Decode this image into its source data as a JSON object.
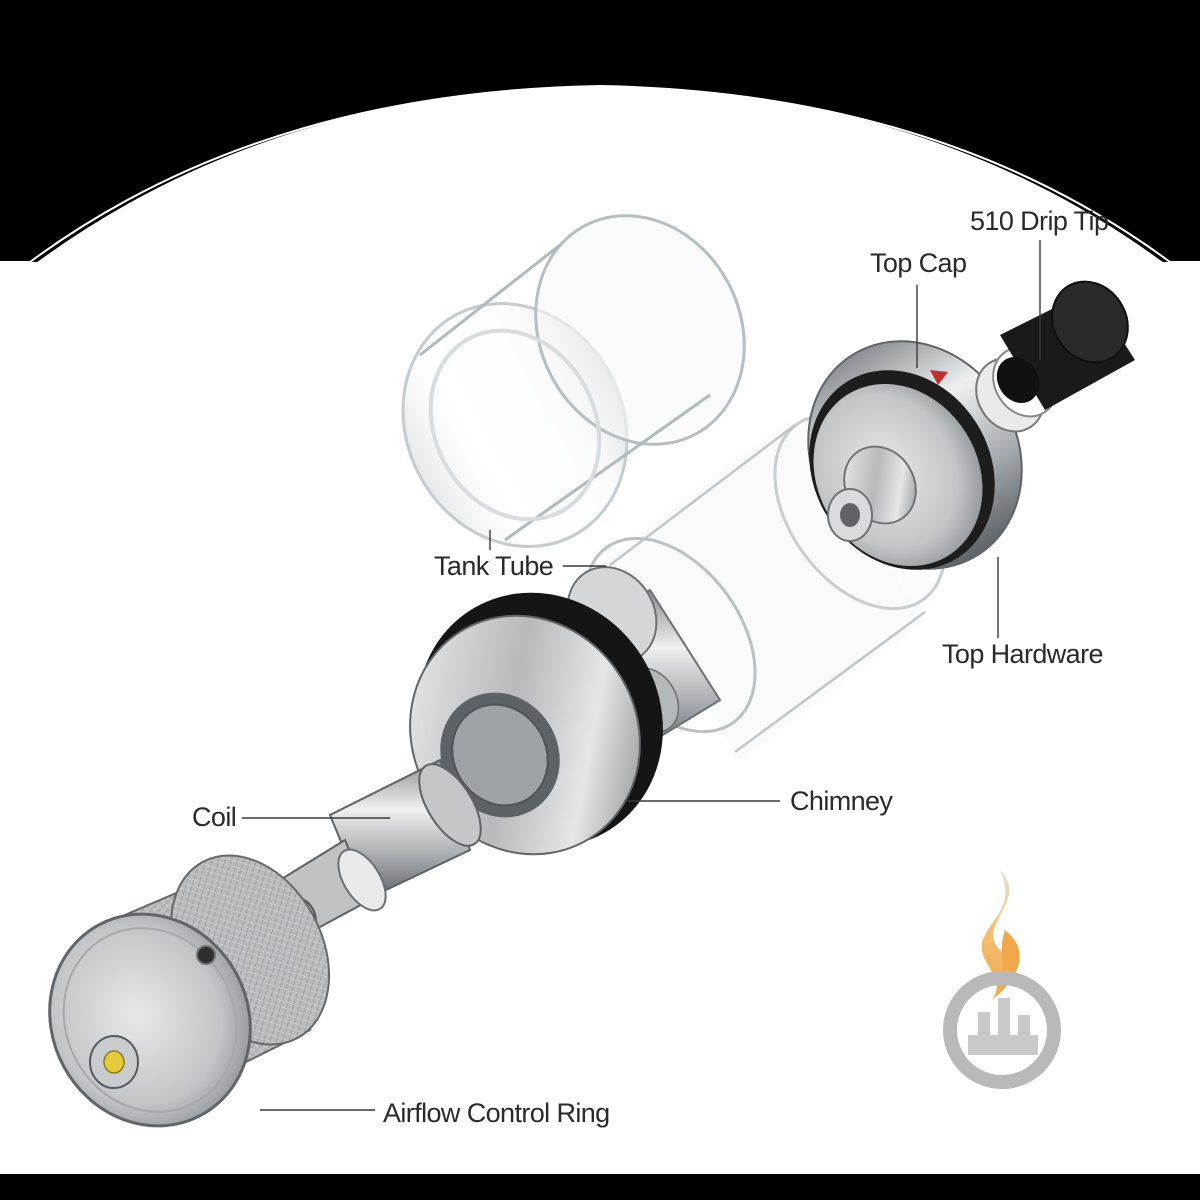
{
  "labels": {
    "drip_tip": "510 Drip Tip",
    "top_cap": "Top Cap",
    "tank_tube": "Tank Tube",
    "top_hardware": "Top Hardware",
    "chimney": "Chimney",
    "coil": "Coil",
    "airflow_ring": "Airflow Control Ring"
  },
  "colors": {
    "frame": "#000000",
    "background": "#ffffff",
    "steel": "#c9cccf",
    "steel_dark": "#7d8286",
    "glass": "#e9eef0",
    "rubber": "#141414",
    "drip_tip": "#1a1a1a",
    "flame_top": "#f3c07a",
    "flame_bottom": "#d8d8d8",
    "logo_ring": "#b9b9b9"
  },
  "icons": {
    "watermark": "flame-city-logo-icon"
  }
}
